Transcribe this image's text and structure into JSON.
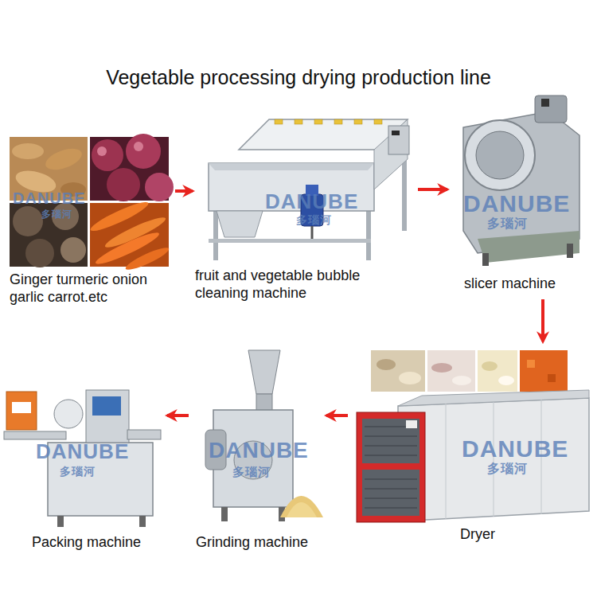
{
  "diagram": {
    "title": "Vegetable processing drying production line",
    "nodes": [
      {
        "text": [
          "Ginger turmeric onion garlic carrot.etc"
        ]
      },
      {
        "text": [
          "fruit and vegetable bubble cleaning machine"
        ]
      },
      {
        "text": [
          "slicer machine"
        ]
      },
      {
        "text": [
          "Dryer"
        ]
      },
      {
        "text": [
          "Grinding machine"
        ]
      },
      {
        "text": [
          "Packing machine"
        ]
      }
    ],
    "edges": [
      {
        "from": 0,
        "to": 1,
        "arrow": "to"
      },
      {
        "from": 1,
        "to": 2,
        "arrow": "to"
      },
      {
        "from": 2,
        "to": 3,
        "arrow": "to"
      },
      {
        "from": 3,
        "to": 4,
        "arrow": "to"
      },
      {
        "from": 4,
        "to": 5,
        "arrow": "to"
      }
    ],
    "labels": [
      "DANUBE",
      "多瑙河",
      "DANUBE",
      "多瑙河",
      "DANUBE",
      "多瑙河",
      "DANUBE",
      "多瑙河",
      "DANUBE",
      "多瑙河",
      "DANUBE",
      "多瑙河"
    ]
  }
}
